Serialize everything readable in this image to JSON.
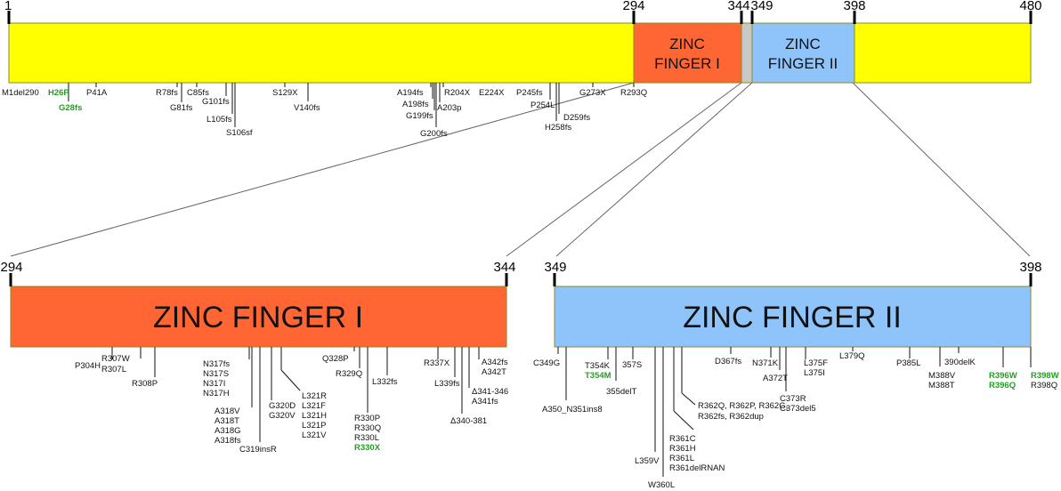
{
  "colors": {
    "protein": "#ffff00",
    "zf1": "#ff6633",
    "zf2": "#8ec4fa",
    "linker": "#c8c8c8",
    "green_mutation": "#22a020"
  },
  "top": {
    "positions": [
      "1",
      "294",
      "344",
      "349",
      "398",
      "480"
    ],
    "zf1_label": [
      "ZINC",
      "FINGER I"
    ],
    "zf2_label": [
      "ZINC",
      "FINGER II"
    ],
    "mutations": [
      "M1del290",
      "H26P",
      "G28fs",
      "P41A",
      "R78fs",
      "G81fs",
      "C85fs",
      "G101fs",
      "L105fs",
      "S106sf",
      "S129X",
      "V140fs",
      "A194fs",
      "A198fs",
      "G199fs",
      "G200fs",
      "A203p",
      "R204X",
      "E224X",
      "P245fs",
      "P254L",
      "D259fs",
      "H258fs",
      "G273X",
      "R293Q"
    ]
  },
  "zf1": {
    "start": "294",
    "end": "344",
    "title": "ZINC FINGER I",
    "mutations": [
      "P304H",
      "R307W",
      "R307L",
      "R308P",
      "N317fs",
      "N317S",
      "N317I",
      "N317H",
      "A318V",
      "A318T",
      "A318G",
      "A318fs",
      "C319insR",
      "G320D",
      "G320V",
      "L321R",
      "L321F",
      "L321H",
      "L321P",
      "L321V",
      "Q328P",
      "R329Q",
      "R330P",
      "R330Q",
      "R330L",
      "R330X",
      "L332fs",
      "R337X",
      "L339fs",
      "Δ340-381",
      "A342fs",
      "A342T",
      "Δ341-346",
      "A341fs"
    ]
  },
  "zf2": {
    "start": "349",
    "end": "398",
    "title": "ZINC FINGER II",
    "mutations": [
      "C349G",
      "A350_N351ins8",
      "T354K",
      "T354M",
      "355delT",
      "357S",
      "L359V",
      "W360L",
      "R361C",
      "R361H",
      "R361L",
      "R361delRNAN",
      "R362Q, R362P, R362G,",
      "R362fs, R362dup",
      "D367fs",
      "N371K",
      "A372T",
      "C373R",
      "C373del5",
      "L375F",
      "L375I",
      "L379Q",
      "P385L",
      "M388V",
      "M388T",
      "390delK",
      "R396W",
      "R396Q",
      "R398W",
      "R398Q"
    ]
  }
}
